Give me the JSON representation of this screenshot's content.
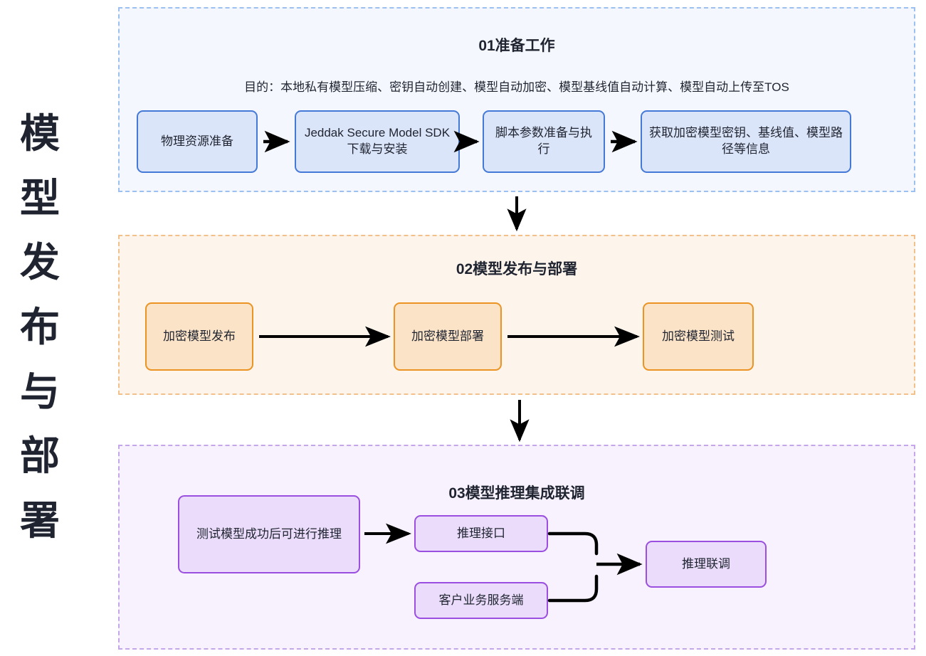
{
  "page": {
    "vertical_title": "模型发布与部署",
    "vertical_title_chars": [
      "模",
      "型",
      "发",
      "布",
      "与",
      "部",
      "署"
    ]
  },
  "colors": {
    "blue_fill": "#dbe5f9",
    "blue_border": "#4579d8",
    "blue_section_bg": "#f4f8fe",
    "blue_section_border": "#9cc0f0",
    "orange_fill": "#fbe3c7",
    "orange_border": "#eb9323",
    "orange_section_bg": "#fdf5ec",
    "orange_section_border": "#f2c08a",
    "purple_fill": "#eadcfa",
    "purple_border": "#9b4fe0",
    "purple_section_bg": "#f7f2fd",
    "purple_section_border": "#c3a7e8",
    "arrow": "#000000",
    "text": "#1f2430"
  },
  "sections": [
    {
      "id": "prep",
      "title": "01准备工作",
      "subtitle": "目的：本地私有模型压缩、密钥自动创建、模型自动加密、模型基线值自动计算、模型自动上传至TOS",
      "nodes": [
        {
          "label": "物理资源准备"
        },
        {
          "label": "Jeddak Secure Model SDK下载与安装"
        },
        {
          "label": "脚本参数准备与执行"
        },
        {
          "label": "获取加密模型密钥、基线值、模型路径等信息"
        }
      ]
    },
    {
      "id": "deploy",
      "title": "02模型发布与部署",
      "subtitle": "",
      "nodes": [
        {
          "label": "加密模型发布"
        },
        {
          "label": "加密模型部署"
        },
        {
          "label": "加密模型测试"
        }
      ]
    },
    {
      "id": "infer",
      "title": "03模型推理集成联调",
      "subtitle": "",
      "nodes": [
        {
          "label": "测试模型成功后可进行推理"
        },
        {
          "label": "推理接口"
        },
        {
          "label": "客户业务服务端"
        },
        {
          "label": "推理联调"
        }
      ]
    }
  ],
  "connectors": {
    "section_prep_to_deploy": "downward-arrow",
    "section_deploy_to_infer": "downward-arrow"
  }
}
